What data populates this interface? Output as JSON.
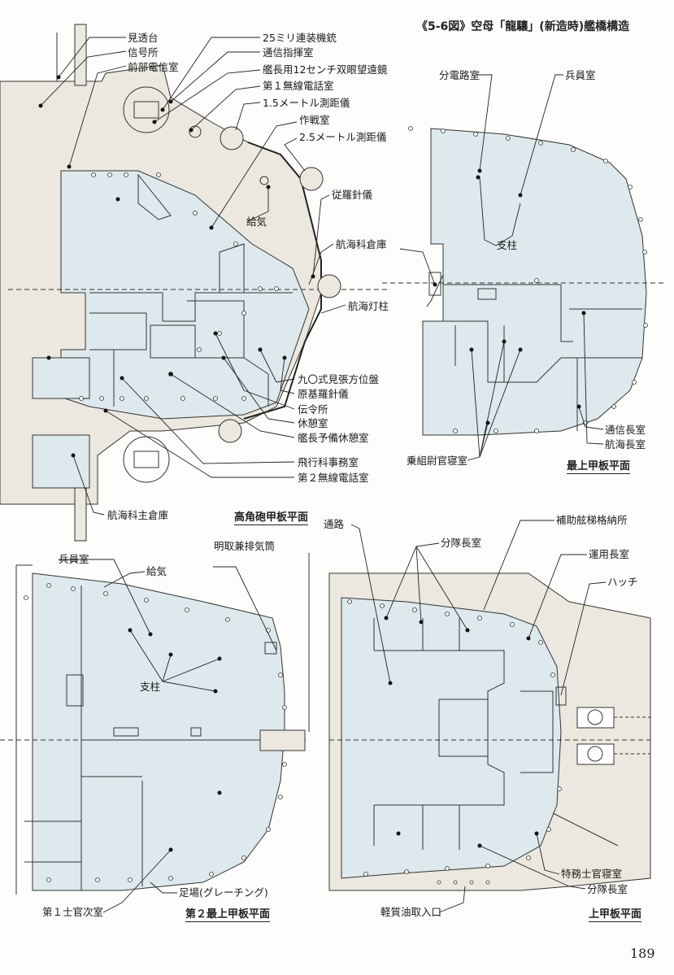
{
  "figure_title": "《5-6図》空母「龍驤」(新造時)艦橋構造",
  "page_number": "189",
  "colors": {
    "deck": "#dde9ec",
    "superstructure": "#ece8df",
    "line": "#333333"
  },
  "plans": {
    "high_angle_gun_deck": {
      "caption": "高角砲甲板平面",
      "labels": [
        "見透台",
        "信号所",
        "前部電信室",
        "25ミリ連装機銃",
        "通信指揮室",
        "艦長用12センチ双眼望遠鏡",
        "第１無線電話室",
        "1.5メートル測距儀",
        "作戦室",
        "2.5メートル測距儀",
        "従羅針儀",
        "給気",
        "航海科倉庫",
        "航海灯柱",
        "九〇式見張方位盤",
        "原基羅針儀",
        "伝令所",
        "休憩室",
        "艦長予備休憩室",
        "飛行科事務室",
        "第２無線電話室",
        "航海科主倉庫"
      ]
    },
    "upper_deck_top": {
      "caption": "最上甲板平面",
      "labels": [
        "分電路室",
        "兵員室",
        "支柱",
        "通信長室",
        "航海長室",
        "乗組尉官寝室"
      ]
    },
    "second_upper_deck": {
      "caption": "第２最上甲板平面",
      "labels": [
        "兵員室",
        "給気",
        "明取兼排気筒",
        "支柱",
        "足場(グレーチング)",
        "第１士官次室"
      ]
    },
    "upper_deck": {
      "caption": "上甲板平面",
      "labels": [
        "通路",
        "分隊長室",
        "補助舷梯格納所",
        "運用長室",
        "ハッチ",
        "特務士官寝室",
        "分隊長室",
        "軽質油取入口"
      ]
    }
  }
}
